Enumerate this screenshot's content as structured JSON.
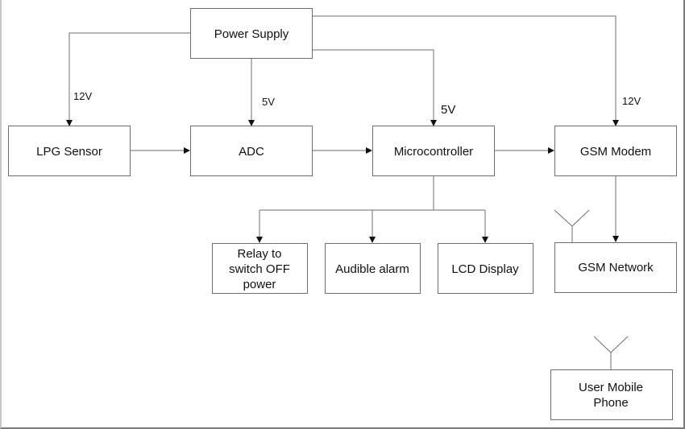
{
  "diagram": {
    "blocks": {
      "power_supply": "Power Supply",
      "lpg_sensor": "LPG Sensor",
      "adc": "ADC",
      "microcontroller": "Microcontroller",
      "gsm_modem": "GSM Modem",
      "relay": [
        "Relay to",
        "switch OFF",
        "power"
      ],
      "audible_alarm": "Audible alarm",
      "lcd_display": "LCD Display",
      "gsm_network": "GSM Network",
      "user_mobile_phone": [
        "User Mobile",
        "Phone"
      ]
    },
    "voltage_labels": {
      "lpg_sensor": "12V",
      "adc": "5V",
      "microcontroller": "5V",
      "gsm_modem": "12V"
    },
    "connections": [
      {
        "from": "Power Supply",
        "to": "LPG Sensor",
        "label": "12V"
      },
      {
        "from": "Power Supply",
        "to": "ADC",
        "label": "5V"
      },
      {
        "from": "Power Supply",
        "to": "Microcontroller",
        "label": "5V"
      },
      {
        "from": "Power Supply",
        "to": "GSM Modem",
        "label": "12V"
      },
      {
        "from": "LPG Sensor",
        "to": "ADC"
      },
      {
        "from": "ADC",
        "to": "Microcontroller"
      },
      {
        "from": "Microcontroller",
        "to": "GSM Modem"
      },
      {
        "from": "Microcontroller",
        "to": "Relay to switch OFF power"
      },
      {
        "from": "Microcontroller",
        "to": "Audible alarm"
      },
      {
        "from": "Microcontroller",
        "to": "LCD Display"
      },
      {
        "from": "GSM Modem",
        "to": "GSM Network"
      }
    ],
    "antennas": [
      "GSM Network",
      "User Mobile Phone"
    ]
  }
}
